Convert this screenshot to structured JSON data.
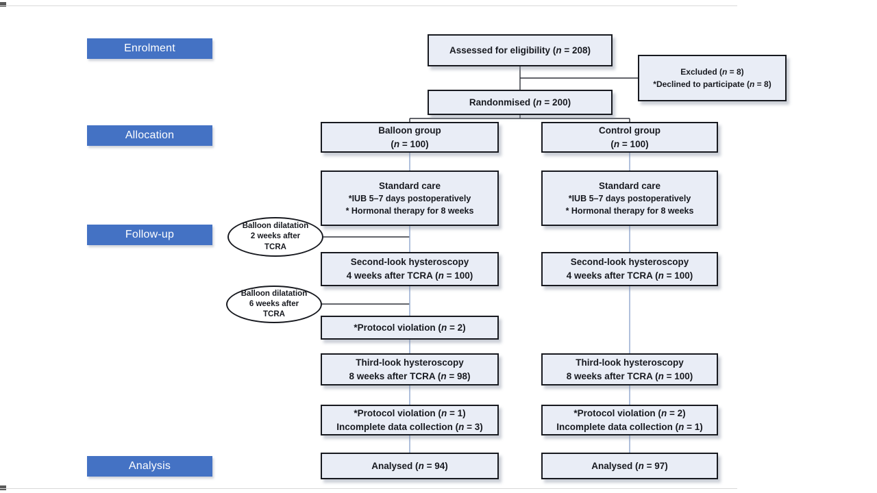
{
  "stages": [
    {
      "label": "Enrolment"
    },
    {
      "label": "Allocation"
    },
    {
      "label": "Follow-up"
    },
    {
      "label": "Analysis"
    }
  ],
  "boxes": {
    "assessed": {
      "lines": [
        "Assessed for eligibility (n = 208)"
      ]
    },
    "excluded": {
      "lines": [
        "Excluded (n = 8)",
        "*Declined to participate (n = 8)"
      ]
    },
    "randomised": {
      "lines": [
        "Randonmised (n = 200)"
      ]
    },
    "balloon_group": {
      "lines": [
        "Balloon group",
        "(n = 100)"
      ]
    },
    "control_group": {
      "lines": [
        "Control group",
        "(n = 100)"
      ]
    },
    "standard_care_balloon": {
      "lines": [
        "Standard care",
        "*IUB 5–7 days postoperatively",
        "* Hormonal therapy for 8 weeks"
      ]
    },
    "standard_care_control": {
      "lines": [
        "Standard care",
        "*IUB 5–7 days postoperatively",
        "* Hormonal therapy for 8 weeks"
      ]
    },
    "second_look_balloon": {
      "lines": [
        "Second-look hysteroscopy",
        "4 weeks after TCRA (n = 100)"
      ]
    },
    "second_look_control": {
      "lines": [
        "Second-look hysteroscopy",
        "4 weeks after TCRA (n = 100)"
      ]
    },
    "protocol_violation_balloon": {
      "lines": [
        "*Protocol violation (n = 2)"
      ]
    },
    "third_look_balloon": {
      "lines": [
        "Third-look hysteroscopy",
        "8 weeks after TCRA (n = 98)"
      ]
    },
    "third_look_control": {
      "lines": [
        "Third-look hysteroscopy",
        "8 weeks after TCRA (n = 100)"
      ]
    },
    "violations_balloon": {
      "lines": [
        "*Protocol violation (n = 1)",
        "Incomplete data collection (n = 3)"
      ]
    },
    "violations_control": {
      "lines": [
        "*Protocol violation (n = 2)",
        "Incomplete data collection (n = 1)"
      ]
    },
    "analysed_balloon": {
      "lines": [
        "Analysed (n = 94)"
      ]
    },
    "analysed_control": {
      "lines": [
        "Analysed (n = 97)"
      ]
    }
  },
  "ellipses": {
    "dilatation_2w": {
      "lines": [
        "Balloon dilatation",
        "2 weeks after",
        "TCRA"
      ]
    },
    "dilatation_6w": {
      "lines": [
        "Balloon dilatation",
        "6 weeks after",
        "TCRA"
      ]
    }
  },
  "colors": {
    "stage_bg": "#4472C4",
    "box_fill": "#E9EDF6",
    "box_border": "#17191F",
    "ink": "#17191F",
    "conn_dark": "#2E3138",
    "conn_light": "#9DB1D4"
  }
}
